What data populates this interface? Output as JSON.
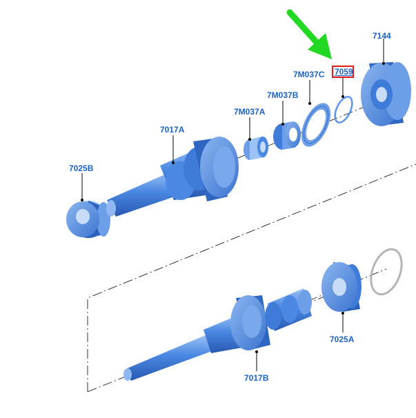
{
  "labels": {
    "label_7144": "7144",
    "label_7059": "7059",
    "label_7M037C": "7M037C",
    "label_7M037B": "7M037B",
    "label_7M037A": "7M037A",
    "label_7017A": "7017A",
    "label_7025B": "7025B",
    "label_7025A": "7025A",
    "label_7017B": "7017B"
  },
  "colors": {
    "part_fill": "#4a88e3",
    "part_dark": "#2b62bd",
    "part_light": "#8fb8f2",
    "label_text": "#1a63c9",
    "highlight_box": "#e31b1b",
    "arrow": "#22d822"
  },
  "highlighted_part": "7059",
  "icons": [
    "green-pointer-arrow"
  ]
}
